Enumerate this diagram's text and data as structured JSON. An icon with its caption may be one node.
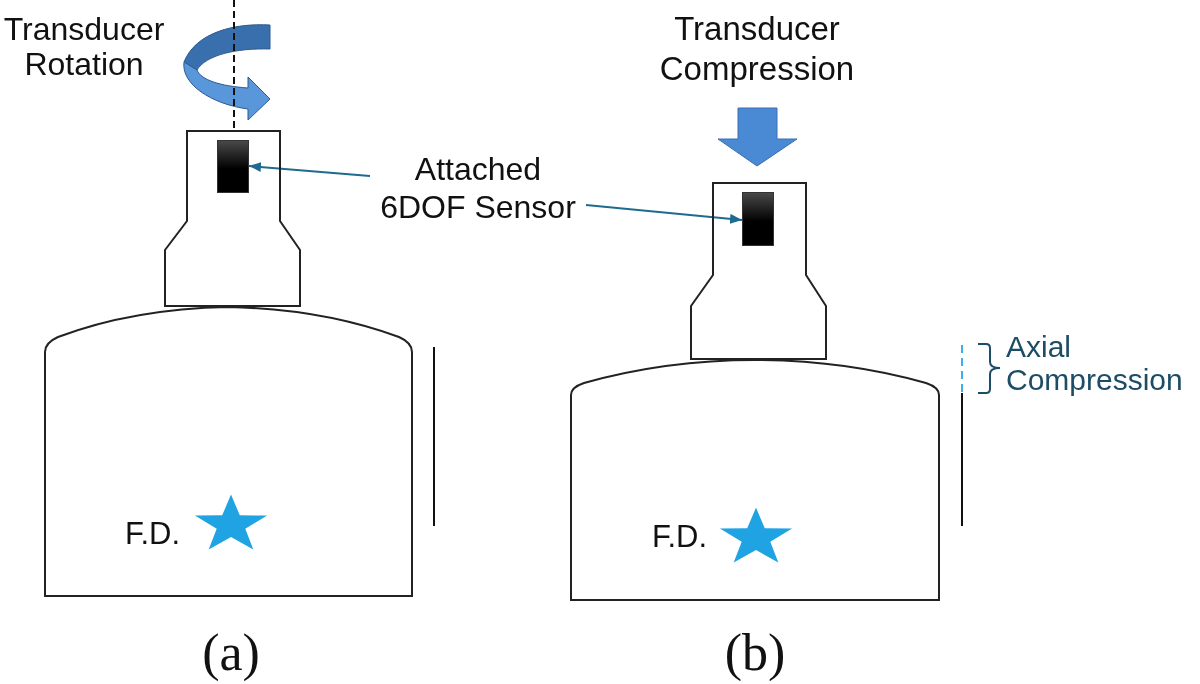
{
  "diagram": {
    "nodes": [
      {
        "text": [],
        "shape": "box"
      },
      {
        "text": [],
        "shape": "box",
        "in": 0
      },
      {
        "text": [
          "Attached 6DOF Sensor"
        ]
      },
      {
        "text": [],
        "shape": "box"
      },
      {
        "text": [],
        "shape": "box",
        "in": 3
      },
      {
        "text": [
          "F.D."
        ]
      },
      {
        "text": [
          "F.D."
        ]
      }
    ],
    "edges": [
      {
        "from": 2,
        "to": 1,
        "arrow": "to"
      },
      {
        "from": 2,
        "to": 4,
        "arrow": "to"
      }
    ],
    "labels": [
      "Transducer Rotation",
      "Transducer Compression",
      "Axial Compression",
      "(a)",
      "(b)"
    ]
  }
}
